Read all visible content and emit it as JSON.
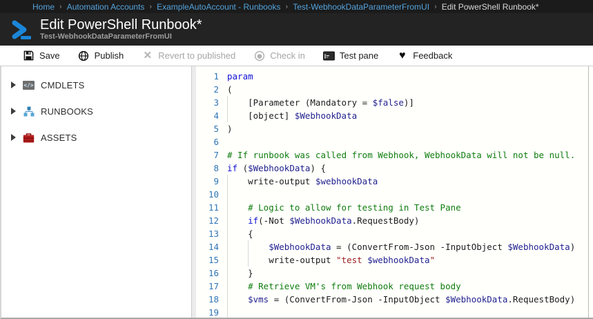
{
  "breadcrumb": {
    "separator": "›",
    "items": [
      {
        "label": "Home"
      },
      {
        "label": "Automation Accounts"
      },
      {
        "label": "ExampleAutoAccount - Runbooks"
      },
      {
        "label": "Test-WebhookDataParameterFromUI"
      }
    ],
    "current": "Edit PowerShell Runbook*"
  },
  "header": {
    "title": "Edit PowerShell Runbook*",
    "subtitle": "Test-WebhookDataParameterFromUI",
    "logo_icon": "powershell-logo"
  },
  "toolbar": {
    "items": [
      {
        "label": "Save",
        "icon": "save-icon",
        "enabled": true
      },
      {
        "label": "Publish",
        "icon": "globe-icon",
        "enabled": true
      },
      {
        "label": "Revert to published",
        "icon": "x-icon",
        "enabled": false
      },
      {
        "label": "Check in",
        "icon": "checkin-circle-icon",
        "enabled": false
      },
      {
        "label": "Test pane",
        "icon": "console-window-icon",
        "enabled": true
      },
      {
        "label": "Feedback",
        "icon": "heart-icon",
        "enabled": true
      }
    ]
  },
  "sidebar": {
    "items": [
      {
        "label": "CMDLETS",
        "icon": "code-tag-icon"
      },
      {
        "label": "RUNBOOKS",
        "icon": "org-chart-icon"
      },
      {
        "label": "ASSETS",
        "icon": "toolbox-icon"
      }
    ]
  },
  "editor": {
    "language": "powershell",
    "lines": [
      {
        "n": 1,
        "indent": 0,
        "segs": [
          [
            "kw",
            "param"
          ]
        ]
      },
      {
        "n": 2,
        "indent": 0,
        "segs": [
          [
            "pln",
            "("
          ]
        ]
      },
      {
        "n": 3,
        "indent": 4,
        "segs": [
          [
            "pln",
            "[Parameter (Mandatory = "
          ],
          [
            "var",
            "$false"
          ],
          [
            "pln",
            ")]"
          ]
        ]
      },
      {
        "n": 4,
        "indent": 4,
        "segs": [
          [
            "pln",
            "[object] "
          ],
          [
            "var",
            "$WebhookData"
          ]
        ]
      },
      {
        "n": 5,
        "indent": 0,
        "segs": [
          [
            "pln",
            ")"
          ]
        ]
      },
      {
        "n": 6,
        "indent": 0,
        "segs": []
      },
      {
        "n": 7,
        "indent": 0,
        "segs": [
          [
            "com",
            "# If runbook was called from Webhook, WebhookData will not be null."
          ]
        ]
      },
      {
        "n": 8,
        "indent": 0,
        "segs": [
          [
            "kw",
            "if"
          ],
          [
            "pln",
            " ("
          ],
          [
            "var",
            "$WebhookData"
          ],
          [
            "pln",
            ") {"
          ]
        ]
      },
      {
        "n": 9,
        "indent": 4,
        "segs": [
          [
            "pln",
            "write-output "
          ],
          [
            "var",
            "$webhookData"
          ]
        ]
      },
      {
        "n": 10,
        "indent": 4,
        "segs": []
      },
      {
        "n": 11,
        "indent": 4,
        "segs": [
          [
            "com",
            "# Logic to allow for testing in Test Pane"
          ]
        ]
      },
      {
        "n": 12,
        "indent": 4,
        "segs": [
          [
            "kw",
            "if"
          ],
          [
            "pln",
            "(-Not "
          ],
          [
            "var",
            "$WebhookData"
          ],
          [
            "pln",
            ".RequestBody)"
          ]
        ]
      },
      {
        "n": 13,
        "indent": 4,
        "segs": [
          [
            "pln",
            "{"
          ]
        ]
      },
      {
        "n": 14,
        "indent": 8,
        "segs": [
          [
            "var",
            "$WebhookData"
          ],
          [
            "pln",
            " = (ConvertFrom-Json -InputObject "
          ],
          [
            "var",
            "$WebhookData"
          ],
          [
            "pln",
            ")"
          ]
        ]
      },
      {
        "n": 15,
        "indent": 8,
        "segs": [
          [
            "pln",
            "write-output "
          ],
          [
            "str",
            "\"test "
          ],
          [
            "var",
            "$webhookData"
          ],
          [
            "str",
            "\""
          ]
        ]
      },
      {
        "n": 16,
        "indent": 4,
        "segs": [
          [
            "pln",
            "}"
          ]
        ]
      },
      {
        "n": 17,
        "indent": 4,
        "segs": [
          [
            "com",
            "# Retrieve VM's from Webhook request body"
          ]
        ]
      },
      {
        "n": 18,
        "indent": 4,
        "segs": [
          [
            "var",
            "$vms"
          ],
          [
            "pln",
            " = (ConvertFrom-Json -InputObject "
          ],
          [
            "var",
            "$WebhookData"
          ],
          [
            "pln",
            ".RequestBody)"
          ]
        ]
      },
      {
        "n": 19,
        "indent": 4,
        "segs": []
      }
    ]
  },
  "colors": {
    "accent_blue": "#1b86d8",
    "breadcrumb_link": "#54a3dc",
    "kw": "#0f0fd6",
    "var": "#1f1f8f",
    "str": "#9b1c1c",
    "com": "#0f7d0f",
    "pln": "#1c1c1c",
    "line_number": "#2e75b6"
  }
}
